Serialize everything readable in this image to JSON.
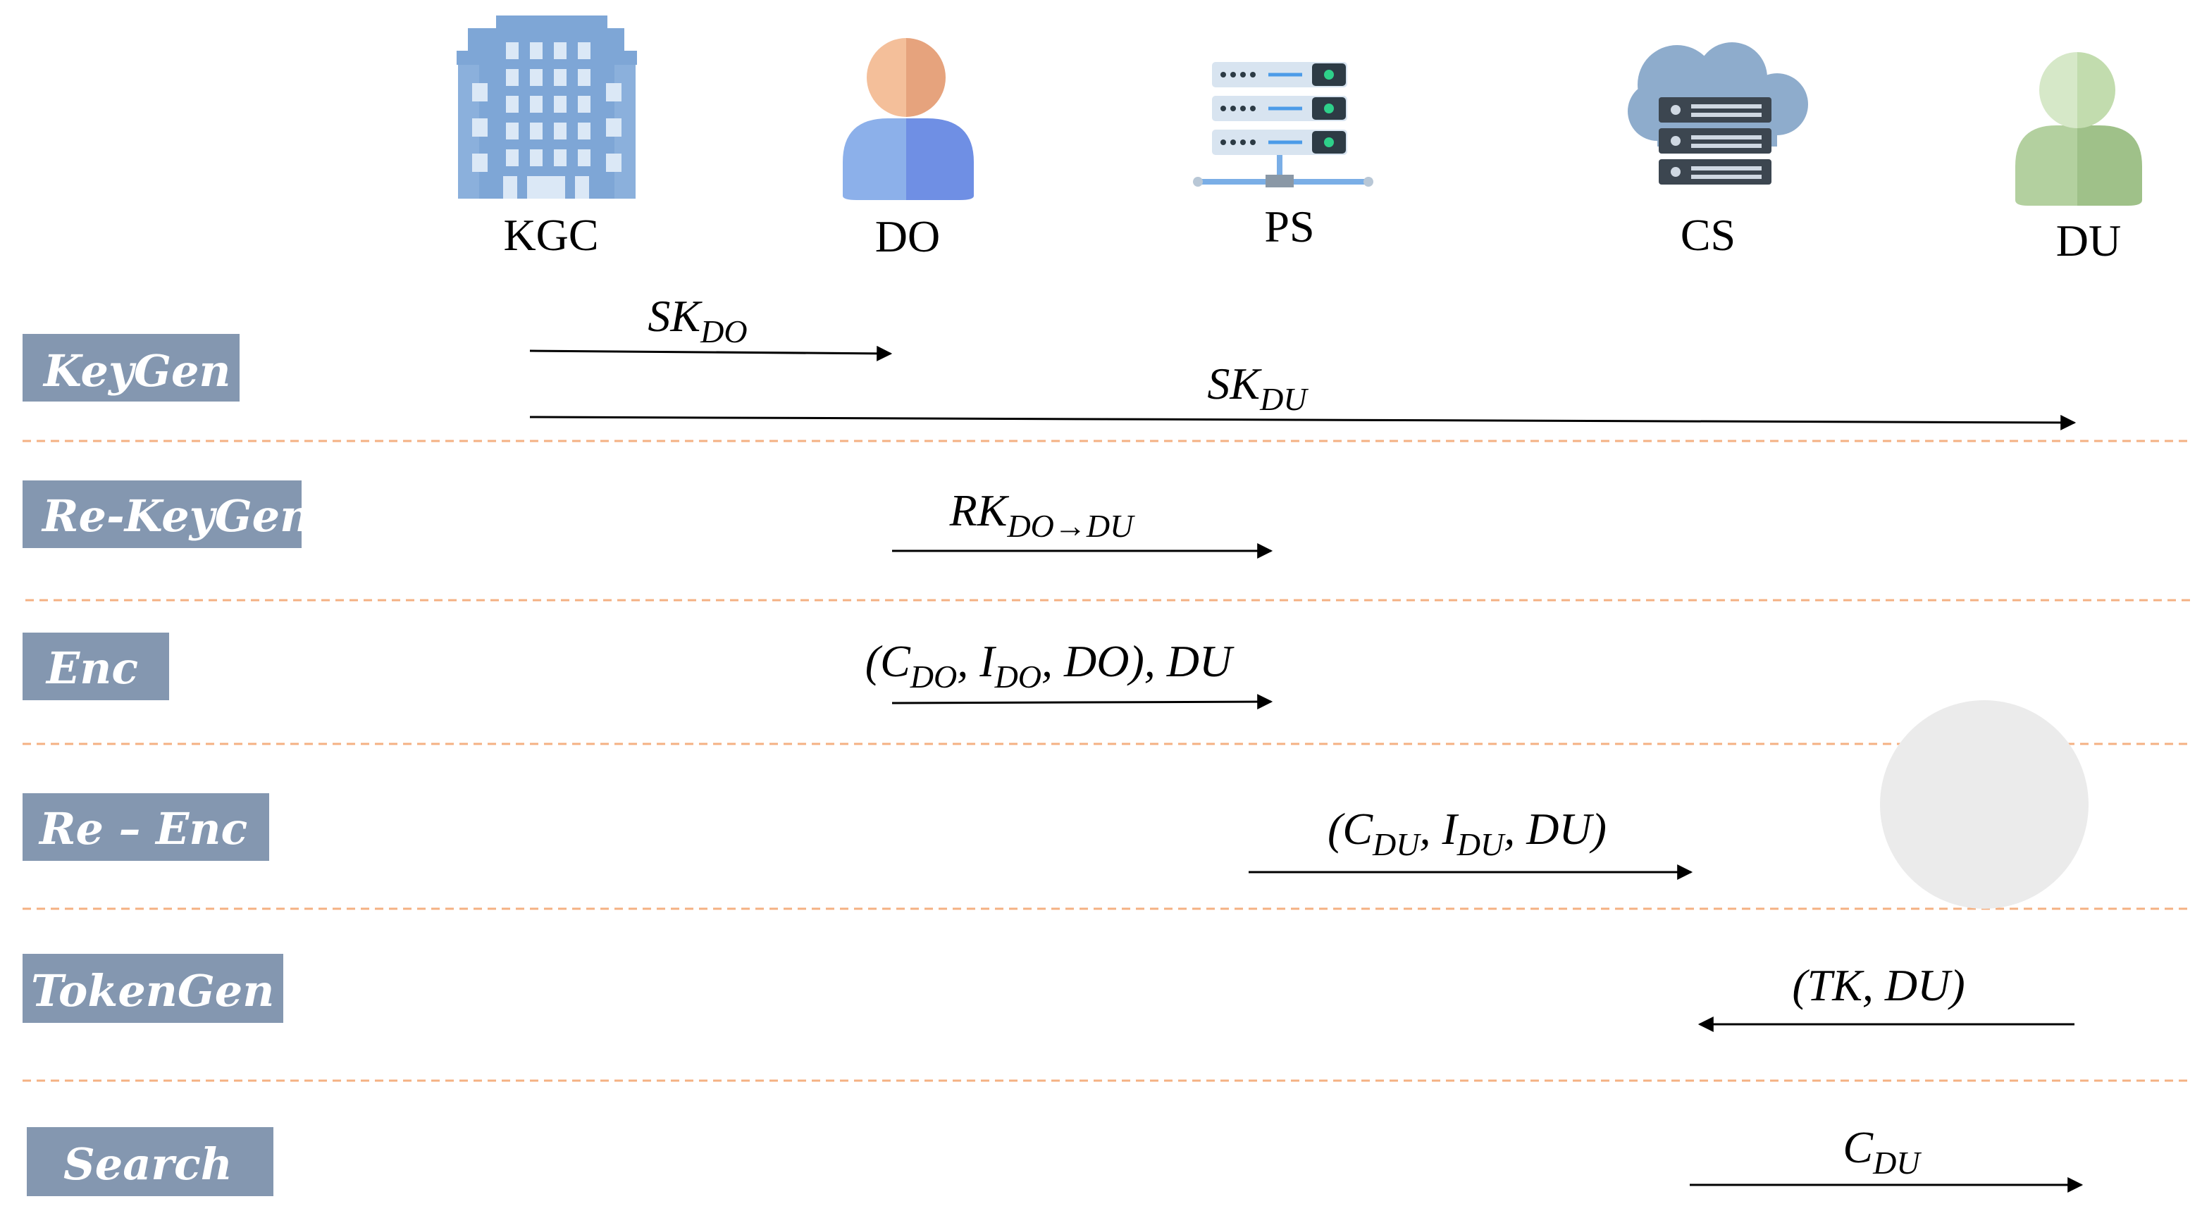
{
  "entities": [
    {
      "id": "kgc",
      "label": "KGC",
      "icon": "building-icon"
    },
    {
      "id": "do",
      "label": "DO",
      "icon": "user-icon"
    },
    {
      "id": "ps",
      "label": "PS",
      "icon": "server-icon"
    },
    {
      "id": "cs",
      "label": "CS",
      "icon": "cloud-server-icon"
    },
    {
      "id": "du",
      "label": "DU",
      "icon": "user-icon"
    }
  ],
  "phases": [
    {
      "id": "keygen",
      "label": "KeyGen"
    },
    {
      "id": "rekeygen",
      "label": "Re-KeyGen"
    },
    {
      "id": "enc",
      "label": "Enc"
    },
    {
      "id": "reenc",
      "label": "Re – Enc"
    },
    {
      "id": "tokengen",
      "label": "TokenGen"
    },
    {
      "id": "search",
      "label": "Search"
    }
  ],
  "messages": [
    {
      "phase": "KeyGen",
      "from": "KGC",
      "to": "DO",
      "parts": [
        {
          "t": "SK"
        },
        {
          "t": "DO",
          "sub": true
        }
      ]
    },
    {
      "phase": "KeyGen",
      "from": "KGC",
      "to": "DU",
      "parts": [
        {
          "t": "SK"
        },
        {
          "t": "DU",
          "sub": true
        }
      ]
    },
    {
      "phase": "Re-KeyGen",
      "from": "DO",
      "to": "PS",
      "parts": [
        {
          "t": "RK"
        },
        {
          "t": "DO→DU",
          "sub": true
        }
      ]
    },
    {
      "phase": "Enc",
      "from": "DO",
      "to": "PS",
      "parts": [
        {
          "t": "(C"
        },
        {
          "t": "DO",
          "sub": true
        },
        {
          "t": ", I"
        },
        {
          "t": "DO",
          "sub": true
        },
        {
          "t": ", DO), DU"
        }
      ]
    },
    {
      "phase": "Re – Enc",
      "from": "PS",
      "to": "CS",
      "parts": [
        {
          "t": "(C"
        },
        {
          "t": "DU",
          "sub": true
        },
        {
          "t": ", I"
        },
        {
          "t": "DU",
          "sub": true
        },
        {
          "t": ", DU)"
        }
      ]
    },
    {
      "phase": "TokenGen",
      "from": "DU",
      "to": "CS",
      "parts": [
        {
          "t": "(TK, DU)"
        }
      ]
    },
    {
      "phase": "Search",
      "from": "CS",
      "to": "DU",
      "parts": [
        {
          "t": "C"
        },
        {
          "t": "DU",
          "sub": true
        }
      ]
    }
  ],
  "colors": {
    "phase_box": "#8497b0",
    "separator": "#f4b183",
    "building": "#7ea6d6",
    "do_head": "#f2b48a",
    "do_body": "#7d9fe0",
    "du_head": "#c9dfb8",
    "du_body": "#9fc189",
    "cloud": "#8eaccc",
    "server": "#2d3b45"
  }
}
